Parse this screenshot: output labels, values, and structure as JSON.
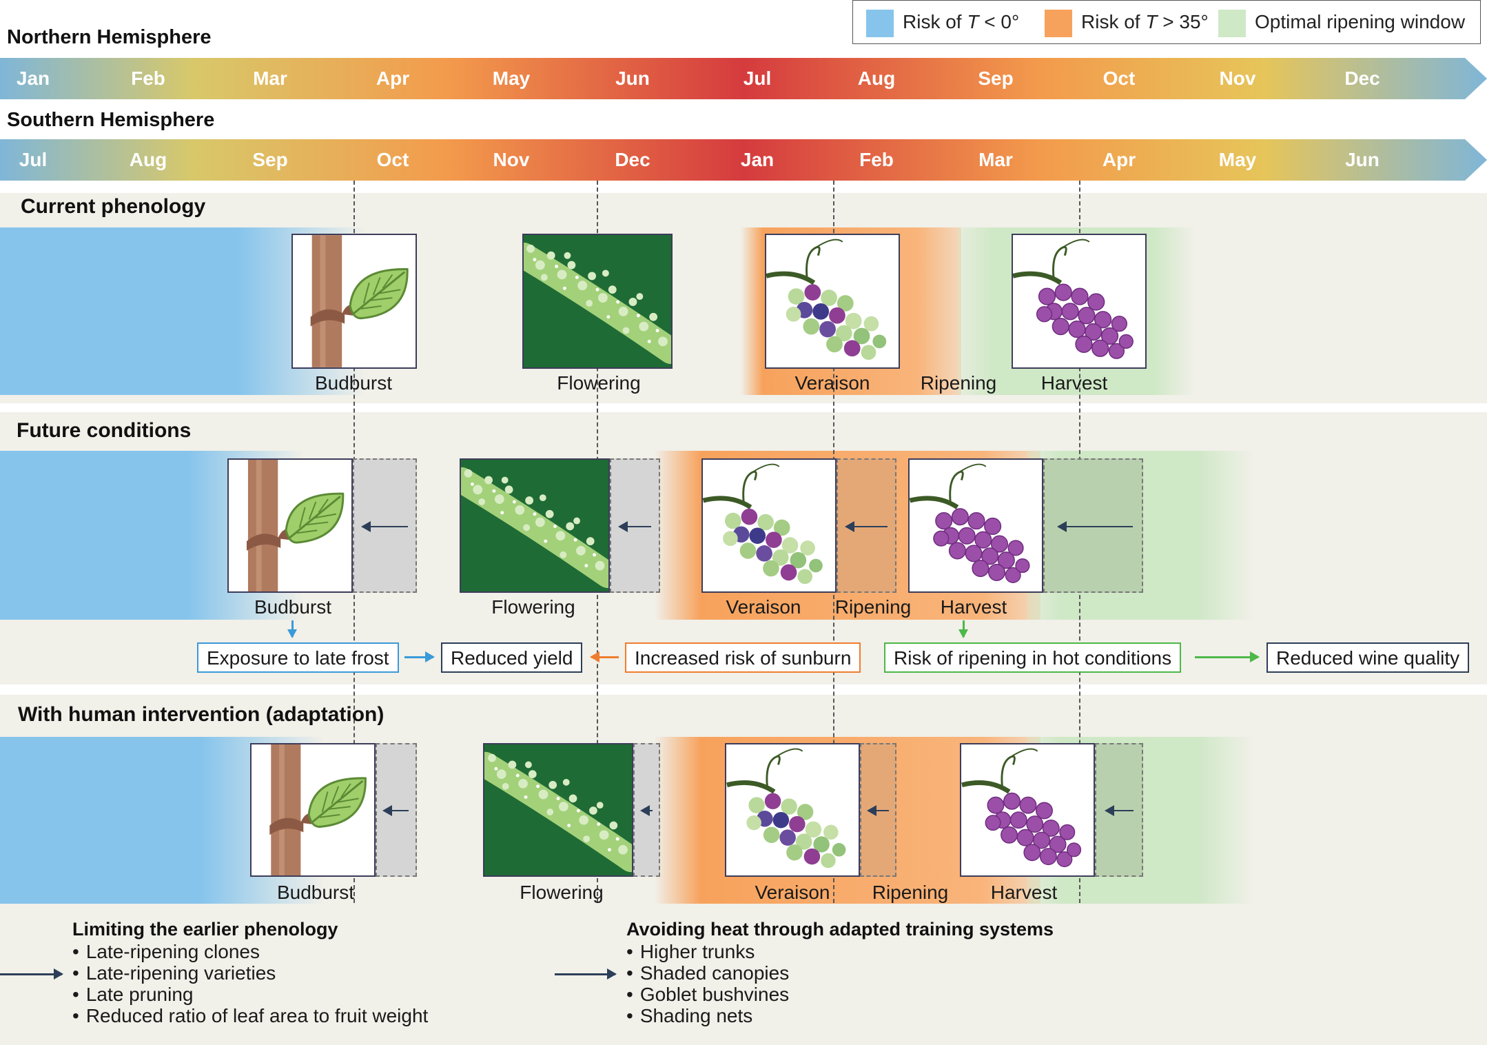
{
  "legend": {
    "items": [
      {
        "label_prefix": "Risk of ",
        "variable": "T",
        "label_suffix": " < 0°",
        "color": "#86c4ec"
      },
      {
        "label_prefix": "Risk of ",
        "variable": "T",
        "label_suffix": " > 35°",
        "color": "#f7a25c"
      },
      {
        "label_prefix": "",
        "variable": "",
        "label_suffix": "Optimal ripening window",
        "color": "#cfe8c6"
      }
    ]
  },
  "hemispheres": {
    "north": {
      "title": "Northern Hemisphere",
      "months": [
        "Jan",
        "Feb",
        "Mar",
        "Apr",
        "May",
        "Jun",
        "Jul",
        "Aug",
        "Sep",
        "Oct",
        "Nov",
        "Dec"
      ]
    },
    "south": {
      "title": "Southern Hemisphere",
      "months": [
        "Jul",
        "Aug",
        "Sep",
        "Oct",
        "Nov",
        "Dec",
        "Jan",
        "Feb",
        "Mar",
        "Apr",
        "May",
        "Jun"
      ]
    }
  },
  "sections": {
    "current": {
      "title": "Current phenology",
      "labels": {
        "budburst": "Budburst",
        "flowering": "Flowering",
        "veraison": "Veraison",
        "ripening": "Ripening",
        "harvest": "Harvest"
      }
    },
    "future": {
      "title": "Future conditions",
      "labels": {
        "budburst": "Budburst",
        "flowering": "Flowering",
        "veraison": "Veraison",
        "ripening": "Ripening",
        "harvest": "Harvest"
      },
      "effects": {
        "late_frost": "Exposure to late frost",
        "reduced_yield": "Reduced yield",
        "sunburn": "Increased risk of sunburn",
        "hot_ripening": "Risk of ripening in hot conditions",
        "wine_quality": "Reduced wine quality"
      }
    },
    "adaptation": {
      "title": "With human intervention (adaptation)",
      "labels": {
        "budburst": "Budburst",
        "flowering": "Flowering",
        "veraison": "Veraison",
        "ripening": "Ripening",
        "harvest": "Harvest"
      },
      "strategies": [
        {
          "title": "Limiting the earlier phenology",
          "items": [
            "Late-ripening clones",
            "Late-ripening varieties",
            "Late pruning",
            "Reduced ratio of leaf area to fruit weight"
          ]
        },
        {
          "title": "Avoiding heat through adapted training systems",
          "items": [
            "Higher trunks",
            "Shaded canopies",
            "Goblet bushvines",
            "Shading nets"
          ]
        }
      ]
    }
  },
  "colors": {
    "frost": "#86c4ec",
    "heat": "#f7a25c",
    "optimal": "#cfe8c6",
    "frost_arrow": "#3a9ad9",
    "heat_arrow": "#ef7d2e",
    "optimal_arrow": "#4cb848",
    "panel_bg": "#f1f0e9"
  },
  "icons": [
    "budburst-leaf-icon",
    "flowering-inflorescence-icon",
    "veraison-grape-cluster-icon",
    "harvest-grape-cluster-icon"
  ]
}
